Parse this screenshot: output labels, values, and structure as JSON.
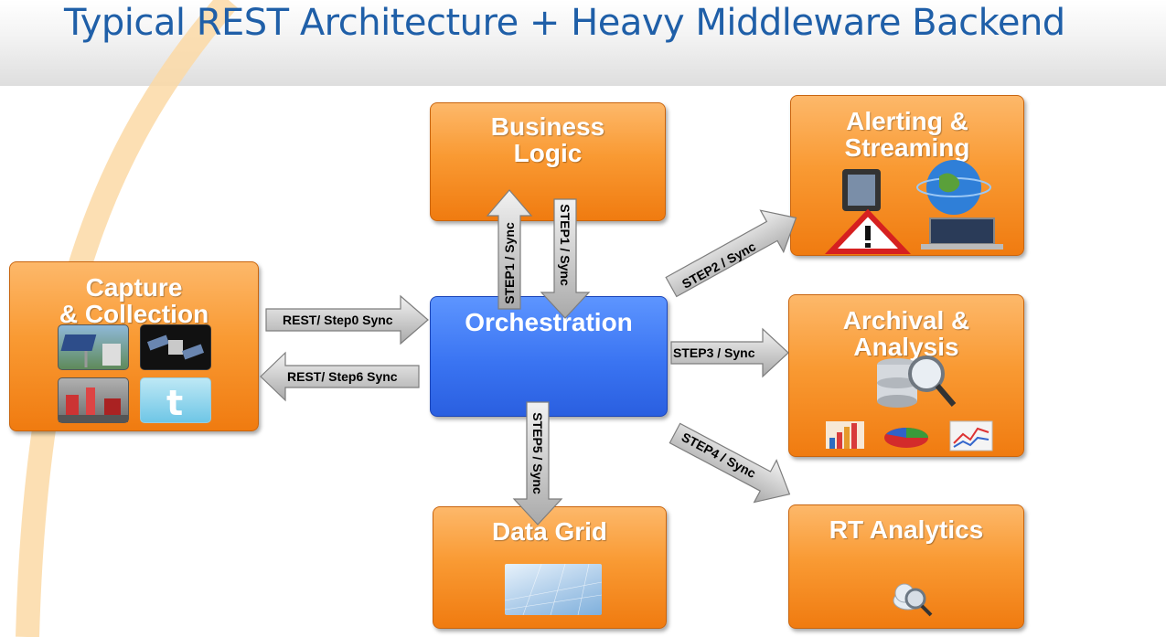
{
  "title": "Typical REST Architecture + Heavy Middleware Backend",
  "colors": {
    "title": "#1f5fa8",
    "box_orange": "#f99a33",
    "orchestration_blue": "#3a74f2",
    "arrow_gray": "#b0b0b0"
  },
  "nodes": {
    "capture": "Capture\n& Collection",
    "business": "Business\nLogic",
    "orchestration": "Orchestration",
    "alerting": "Alerting &\nStreaming",
    "archival": "Archival &\nAnalysis",
    "datagrid": "Data Grid",
    "rt": "RT Analytics"
  },
  "arrows": {
    "rest_step0": "REST/ Step0 Sync",
    "rest_step6": "REST/ Step6 Sync",
    "step1_up": "STEP1 / Sync",
    "step1_down": "STEP1 / Sync",
    "step2": "STEP2 / Sync",
    "step3": "STEP3 / Sync",
    "step4": "STEP4 / Sync",
    "step5": "STEP5 / Sync"
  },
  "icons": {
    "capture": [
      "solar-panel-icon",
      "satellite-icon",
      "factory-robot-icon",
      "twitter-icon"
    ],
    "alerting": [
      "mobile-device-icon",
      "globe-icon",
      "warning-icon",
      "laptop-icon"
    ],
    "archival": [
      "database-search-icon",
      "bar-chart-icon",
      "pie-chart-icon",
      "line-chart-icon"
    ],
    "datagrid": [
      "sky-grid-icon"
    ],
    "rt": [
      "cloud-search-icon"
    ]
  }
}
